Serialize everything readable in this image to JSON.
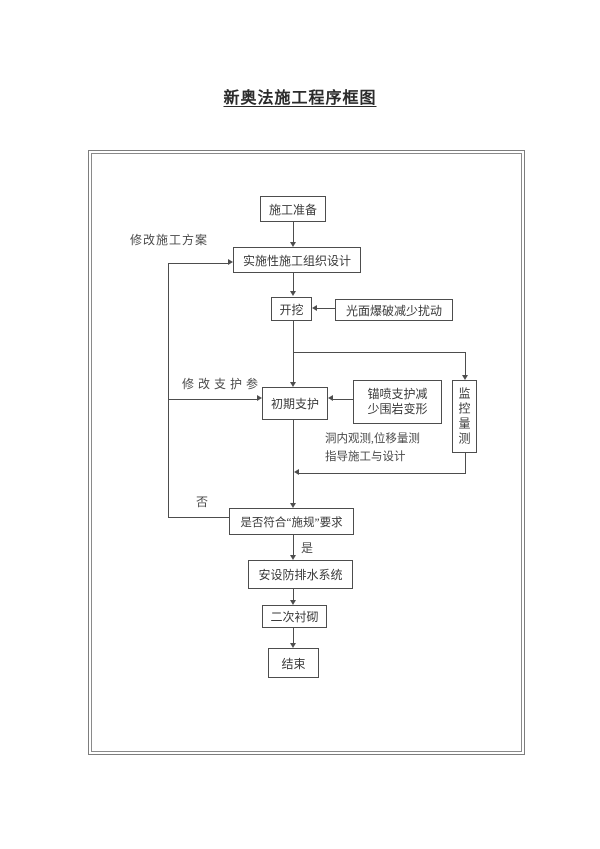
{
  "document": {
    "title": "新奥法施工程序框图"
  },
  "flowchart": {
    "ink_color": "#4d4d4d",
    "nodes": {
      "prep": "施工准备",
      "design": "实施性施工组织设计",
      "excavate": "开挖",
      "blasting": "光面爆破减少扰动",
      "initial_support": "初期支护",
      "anchor_line1": "锚喷支护减",
      "anchor_line2": "少围岩变形",
      "monitoring": "监控量测",
      "check": "是否符合“施规”要求",
      "drainage": "安设防排水系统",
      "lining": "二次衬砌",
      "end": "结束"
    },
    "labels": {
      "modify_plan": "修改施工方案",
      "modify_support": "修改支护参",
      "observe_line1": "洞内观测,位移量测",
      "observe_line2": "指导施工与设计",
      "no": "否",
      "yes": "是"
    },
    "edges": [
      {
        "from": "施工准备",
        "to": "实施性施工组织设计"
      },
      {
        "from": "实施性施工组织设计",
        "to": "开挖"
      },
      {
        "from": "光面爆破减少扰动",
        "to": "开挖"
      },
      {
        "from": "开挖",
        "to": "初期支护"
      },
      {
        "from": "开挖",
        "to": "监控量测"
      },
      {
        "from": "锚喷支护减少围岩变形",
        "to": "初期支护"
      },
      {
        "from": "初期支护",
        "to": "是否符合“施规”要求"
      },
      {
        "from": "监控量测",
        "to": "是否符合“施规”要求",
        "note": "洞内观测,位移量测 指导施工与设计"
      },
      {
        "from": "是否符合“施规”要求",
        "to": "安设防排水系统",
        "label": "是"
      },
      {
        "from": "是否符合“施规”要求",
        "to": "实施性施工组织设计",
        "label": "否",
        "note": "修改施工方案"
      },
      {
        "from": "是否符合“施规”要求",
        "to": "初期支护",
        "label": "否",
        "note": "修改支护参"
      },
      {
        "from": "安设防排水系统",
        "to": "二次衬砌"
      },
      {
        "from": "二次衬砌",
        "to": "结束"
      }
    ]
  }
}
